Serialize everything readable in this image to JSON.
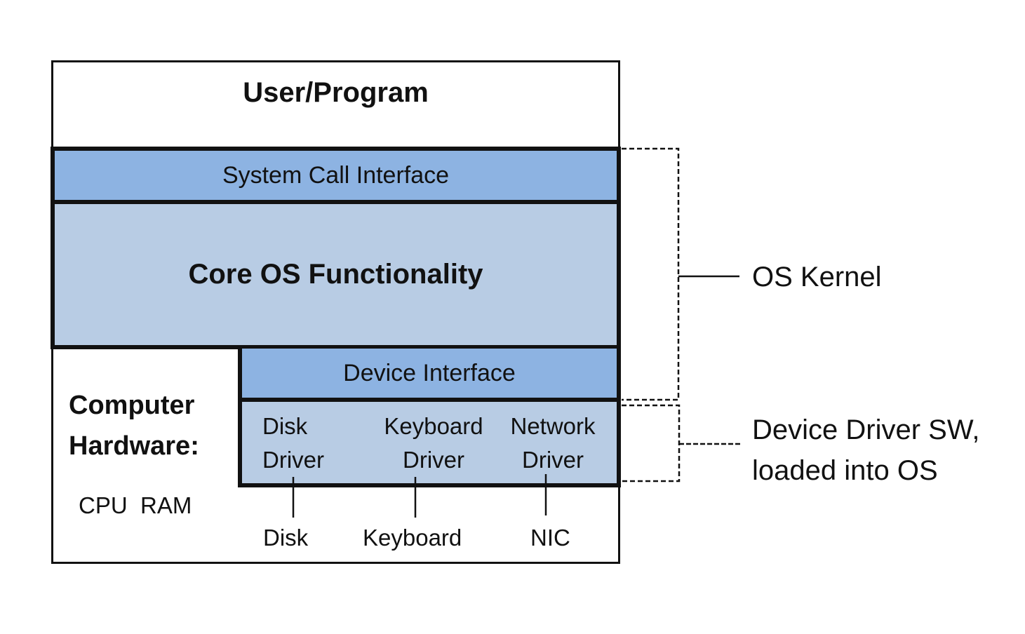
{
  "diagram": {
    "user_program": "User/Program",
    "system_call_interface": "System Call Interface",
    "core_os": "Core OS Functionality",
    "device_interface": "Device Interface",
    "hardware": {
      "title_line1": "Computer",
      "title_line2": "Hardware:",
      "components": "CPU  RAM"
    },
    "drivers": [
      {
        "line1": "Disk",
        "line2": "Driver",
        "device": "Disk"
      },
      {
        "line1": "Keyboard",
        "line2": "Driver",
        "device": "Keyboard"
      },
      {
        "line1": "Network",
        "line2": "Driver",
        "device": "NIC"
      }
    ],
    "annotations": {
      "os_kernel": "OS Kernel",
      "device_driver_line1": "Device Driver SW,",
      "device_driver_line2": "loaded into OS"
    },
    "colors": {
      "interface_fill": "#8db3e2",
      "core_fill": "#b8cce4",
      "stroke": "#111111"
    }
  }
}
